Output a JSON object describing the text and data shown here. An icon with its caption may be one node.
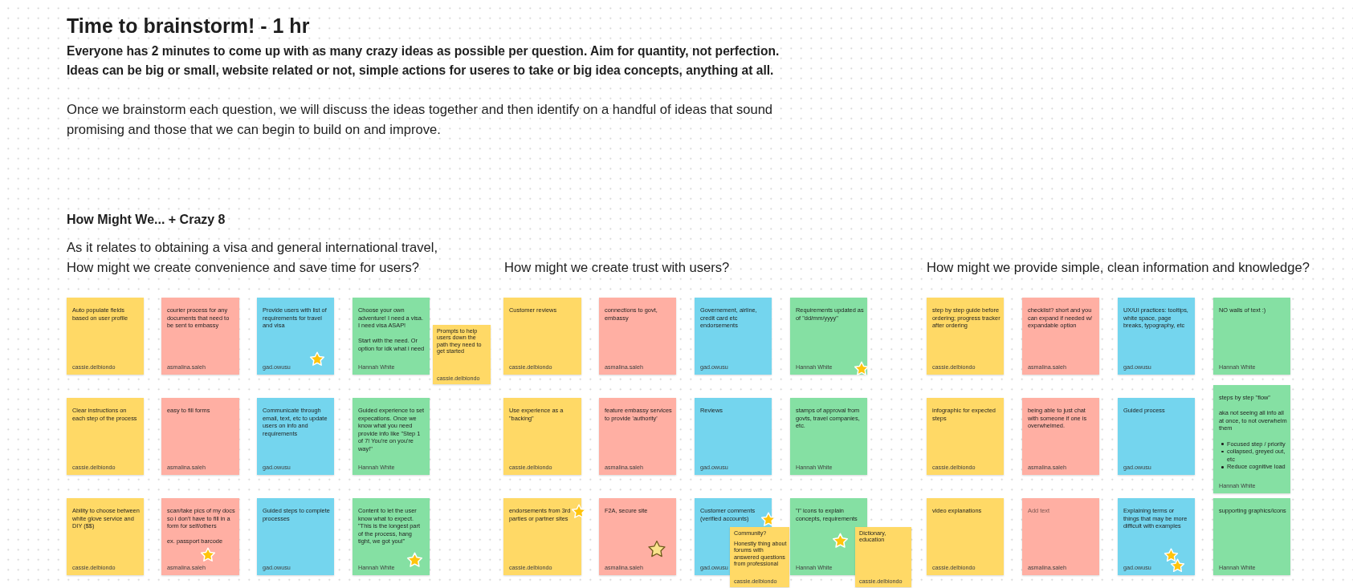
{
  "diagram": {
    "title": "Time to brainstorm! - 1 hr",
    "nodes": [
      {
        "text": [
          "Auto populate fields based on user profile",
          "cassie.delbiondo"
        ]
      },
      {
        "text": [
          "courier process for any documents that need to be sent to embassy",
          "asmalina.saleh"
        ]
      },
      {
        "text": [
          "Provide users with list of requirements for travel and visa",
          "gad.owusu"
        ]
      },
      {
        "text": [
          "Choose your own adventure! I need a visa. I need visa ASAP!",
          "Start with the need. Or option for idk what i need",
          "Hannah White"
        ]
      },
      {
        "text": [
          "Prompts to help users down the path they need to get started",
          "cassie.delbiondo"
        ]
      },
      {
        "text": [
          "Clear instructions on each step of the process",
          "cassie.delbiondo"
        ]
      },
      {
        "text": [
          "easy to fill forms",
          "asmalina.saleh"
        ]
      },
      {
        "text": [
          "Communicate through email, text, etc to update users on info and requirements",
          "gad.owusu"
        ]
      },
      {
        "text": [
          "Guided experience to set expecations. Once we know what you need provide info like \"Step 1 of 7! You're on you're way!\"",
          "Hannah White"
        ]
      },
      {
        "text": [
          "Ability to choose between white glove service and DIY ($$)",
          "cassie.delbiondo"
        ]
      },
      {
        "text": [
          "scan/take pics of my docs so i don't have to fill in a form for self/others",
          "ex. passport barcode",
          "asmalina.saleh"
        ]
      },
      {
        "text": [
          "Guided steps to complete processes",
          "gad.owusu"
        ]
      },
      {
        "text": [
          "Content to let the user know what to expect. \"This is the longest part of the process, hang tight, we got you!\"",
          "Hannah White"
        ]
      },
      {
        "text": [
          "Customer reviews",
          "cassie.delbiondo"
        ]
      },
      {
        "text": [
          "connections to govt, embassy",
          "asmalina.saleh"
        ]
      },
      {
        "text": [
          "Governement, airline, credit card etc endorsements",
          "gad.owusu"
        ]
      },
      {
        "text": [
          "Requirements updated as of \"dd/mm/yyyy\"",
          "Hannah White"
        ]
      },
      {
        "text": [
          "Use experience as a \"backing\"",
          "cassie.delbiondo"
        ]
      },
      {
        "text": [
          "feature embassy services to provide 'authority'",
          "asmalina.saleh"
        ]
      },
      {
        "text": [
          "Reviews",
          "gad.owusu"
        ]
      },
      {
        "text": [
          "stamps of approval from govts, travel companies, etc.",
          "Hannah White"
        ]
      },
      {
        "text": [
          "endorsements from 3rd parties or partner sites",
          "cassie.delbiondo"
        ]
      },
      {
        "text": [
          "F2A, secure site",
          "asmalina.saleh"
        ]
      },
      {
        "text": [
          "Customer comments (verified accounts)",
          "gad.owusu"
        ]
      },
      {
        "text": [
          "Community?",
          "Honestly thing about forums with answered questions from professional",
          "cassie.delbiondo"
        ]
      },
      {
        "text": [
          "\"i\" icons to explain concepts, requirements",
          "Hannah White"
        ]
      },
      {
        "text": [
          "Dictionary, education",
          "cassie.delbiondo"
        ]
      },
      {
        "text": [
          "step by step guide before ordering; progress tracker after ordering",
          "cassie.delbiondo"
        ]
      },
      {
        "text": [
          "checklist? short and you can expand if needed w/ expandable option",
          "asmalina.saleh"
        ]
      },
      {
        "text": [
          "UX/UI practices: tooltips, white space, page breaks, typography, etc",
          "gad.owusu"
        ]
      },
      {
        "text": [
          "NO walls of text :)",
          "Hannah White"
        ]
      },
      {
        "text": [
          "infographic for expected steps",
          "cassie.delbiondo"
        ]
      },
      {
        "text": [
          "being able to just chat with someone if one is overwhelmed.",
          "asmalina.saleh"
        ]
      },
      {
        "text": [
          "Guided process",
          "gad.owusu"
        ]
      },
      {
        "text": [
          "steps by step \"flow\"",
          "aka not seeing all info all at once, to not overwhelm them",
          "Focused step / priority",
          "collapsed, greyed out, etc",
          "Reduce cognitive load",
          "Hannah White"
        ]
      },
      {
        "text": [
          "video explanations",
          "cassie.delbiondo"
        ]
      },
      {
        "text": [
          "Add text",
          "asmalina.saleh"
        ]
      },
      {
        "text": [
          "Explaining terms or things that may be more difficult with examples",
          "gad.owusu"
        ]
      },
      {
        "text": [
          "supporting graphics/icons",
          "Hannah White"
        ]
      }
    ],
    "labels": [
      "Everyone has 2 minutes to come up with as many crazy ideas as possible per question. Aim for quantity, not perfection. Ideas can be big or small, website related or not, simple actions for useres to take or big idea concepts, anything at all.",
      "Once we brainstorm each question, we will discuss the ideas together and then identify on a handful of ideas that sound promising and those that we can begin to build on and improve.",
      "How Might We... + Crazy 8",
      "As it relates to obtaining a visa and general international travel, How might we create convenience and save time for users?",
      "How might we create trust with users?",
      "How might we provide simple, clean information and knowledge?"
    ]
  }
}
